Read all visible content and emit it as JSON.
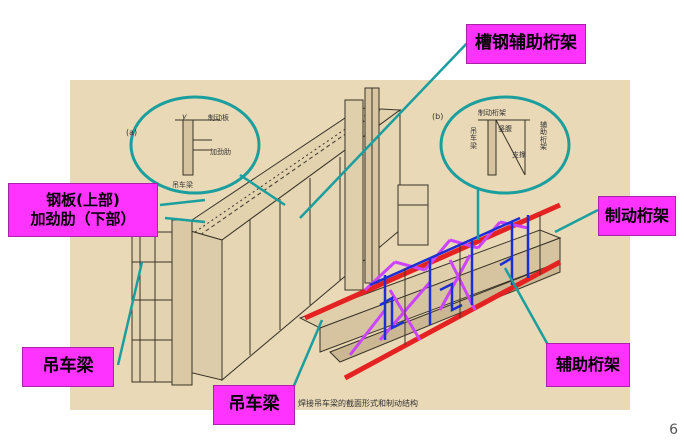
{
  "labels": {
    "channel_aux_truss": "槽钢辅助桁架",
    "steel_plate": "钢板(上部)",
    "stiffener": "加劲肋（下部）",
    "crane_girder_left": "吊车梁",
    "crane_girder_bottom": "吊车梁",
    "brake_truss": "制动桁架",
    "aux_truss": "辅助桁架"
  },
  "caption": "焊接吊车梁的截面形式和制动结构",
  "page_number": "6",
  "inset_left": {
    "tag": "(a)",
    "brake_plate": "制动板",
    "stiffener": "加劲肋",
    "y_axis": "y",
    "girder": "吊车梁"
  },
  "inset_right": {
    "tag": "(b)",
    "brake_truss": "制动桁架",
    "vertical": "竖腹",
    "girder": "吊车梁",
    "aux_truss": "辅助桁架",
    "support": "支撑"
  },
  "colors": {
    "label_bg": "#ff33ff",
    "callout": "#1a9e9e",
    "red_chord": "#e52222",
    "blue_member": "#1c2fd6",
    "violet_member": "#cc44ff",
    "scan_bg": "#ead9b6"
  }
}
